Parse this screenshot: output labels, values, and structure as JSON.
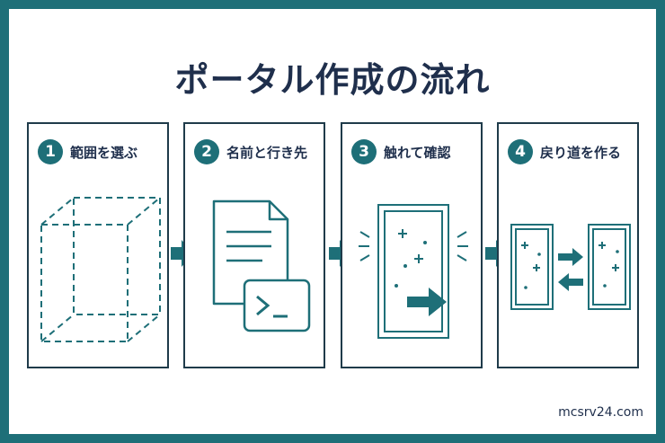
{
  "title": "ポータル作成の流れ",
  "steps": [
    {
      "number": "1",
      "label": "範囲を選ぶ"
    },
    {
      "number": "2",
      "label": "名前と行き先"
    },
    {
      "number": "3",
      "label": "触れて確認"
    },
    {
      "number": "4",
      "label": "戻り道を作る"
    }
  ],
  "footer": "mcsrv24.com",
  "colors": {
    "border": "#1e6f78",
    "accent": "#1e6f78",
    "text": "#1f2f4c"
  },
  "icons": [
    "dashed-box-icon",
    "document-icon",
    "terminal-icon",
    "portal-frame-icon",
    "exit-arrow-icon",
    "portal-pair-icon",
    "swap-arrows-icon",
    "step-arrow-icon"
  ]
}
